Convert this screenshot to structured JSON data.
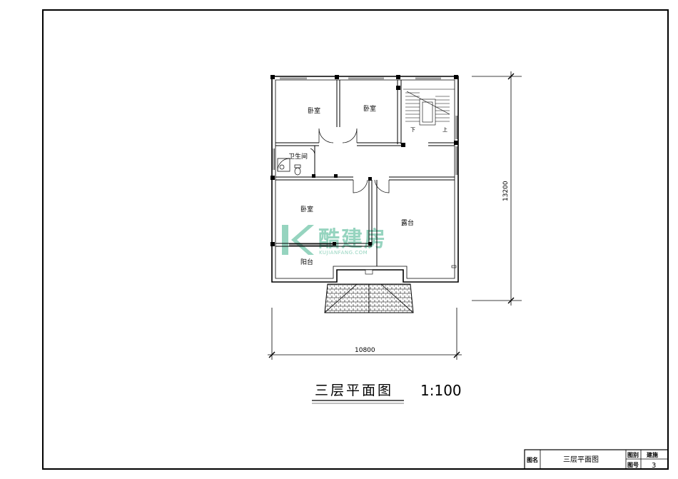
{
  "drawing": {
    "title": "三层平面图",
    "scale": "1:100",
    "dimensions": {
      "width": "10800",
      "height": "13200"
    },
    "rooms": {
      "bedroom_1": "卧室",
      "bedroom_2": "卧室",
      "bedroom_3": "卧室",
      "bathroom": "卫生间",
      "terrace": "露台",
      "balcony": "阳台"
    },
    "stair": {
      "down": "下",
      "up": "上"
    }
  },
  "title_block": {
    "name_label": "图名",
    "name_value": "三层平面图",
    "category_label": "图别",
    "category_value": "建施",
    "number_label": "图号",
    "number_value": "3"
  },
  "watermark": {
    "brand": "酷建房",
    "url": "KUJIANFANG.COM"
  }
}
